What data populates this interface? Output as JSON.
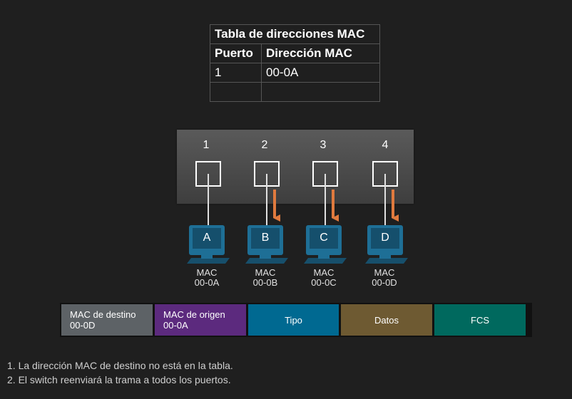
{
  "mac_table": {
    "title": "Tabla de direcciones MAC",
    "col_port": "Puerto",
    "col_mac": "Dirección MAC",
    "rows": [
      {
        "port": "1",
        "mac": "00-0A"
      },
      {
        "port": "",
        "mac": ""
      }
    ]
  },
  "switch": {
    "ports": [
      "1",
      "2",
      "3",
      "4"
    ]
  },
  "hosts": [
    {
      "name": "A",
      "mac_label": "MAC",
      "mac": "00-0A"
    },
    {
      "name": "B",
      "mac_label": "MAC",
      "mac": "00-0B"
    },
    {
      "name": "C",
      "mac_label": "MAC",
      "mac": "00-0C"
    },
    {
      "name": "D",
      "mac_label": "MAC",
      "mac": "00-0D"
    }
  ],
  "frame": {
    "dest_label": "MAC de destino",
    "dest_value": "00-0D",
    "src_label": "MAC de origen",
    "src_value": "00-0A",
    "type": "Tipo",
    "data": "Datos",
    "fcs": "FCS"
  },
  "colors": {
    "arrow": "#e07a3e",
    "pc": "#1e6f96",
    "dest": "#5d6266",
    "src": "#5c2a7e",
    "type": "#006991",
    "data": "#6e5a32",
    "fcs": "#00695e"
  },
  "notes": [
    "1. La dirección MAC de destino no está en la tabla.",
    "2. El switch reenviará la trama a todos los puertos."
  ]
}
